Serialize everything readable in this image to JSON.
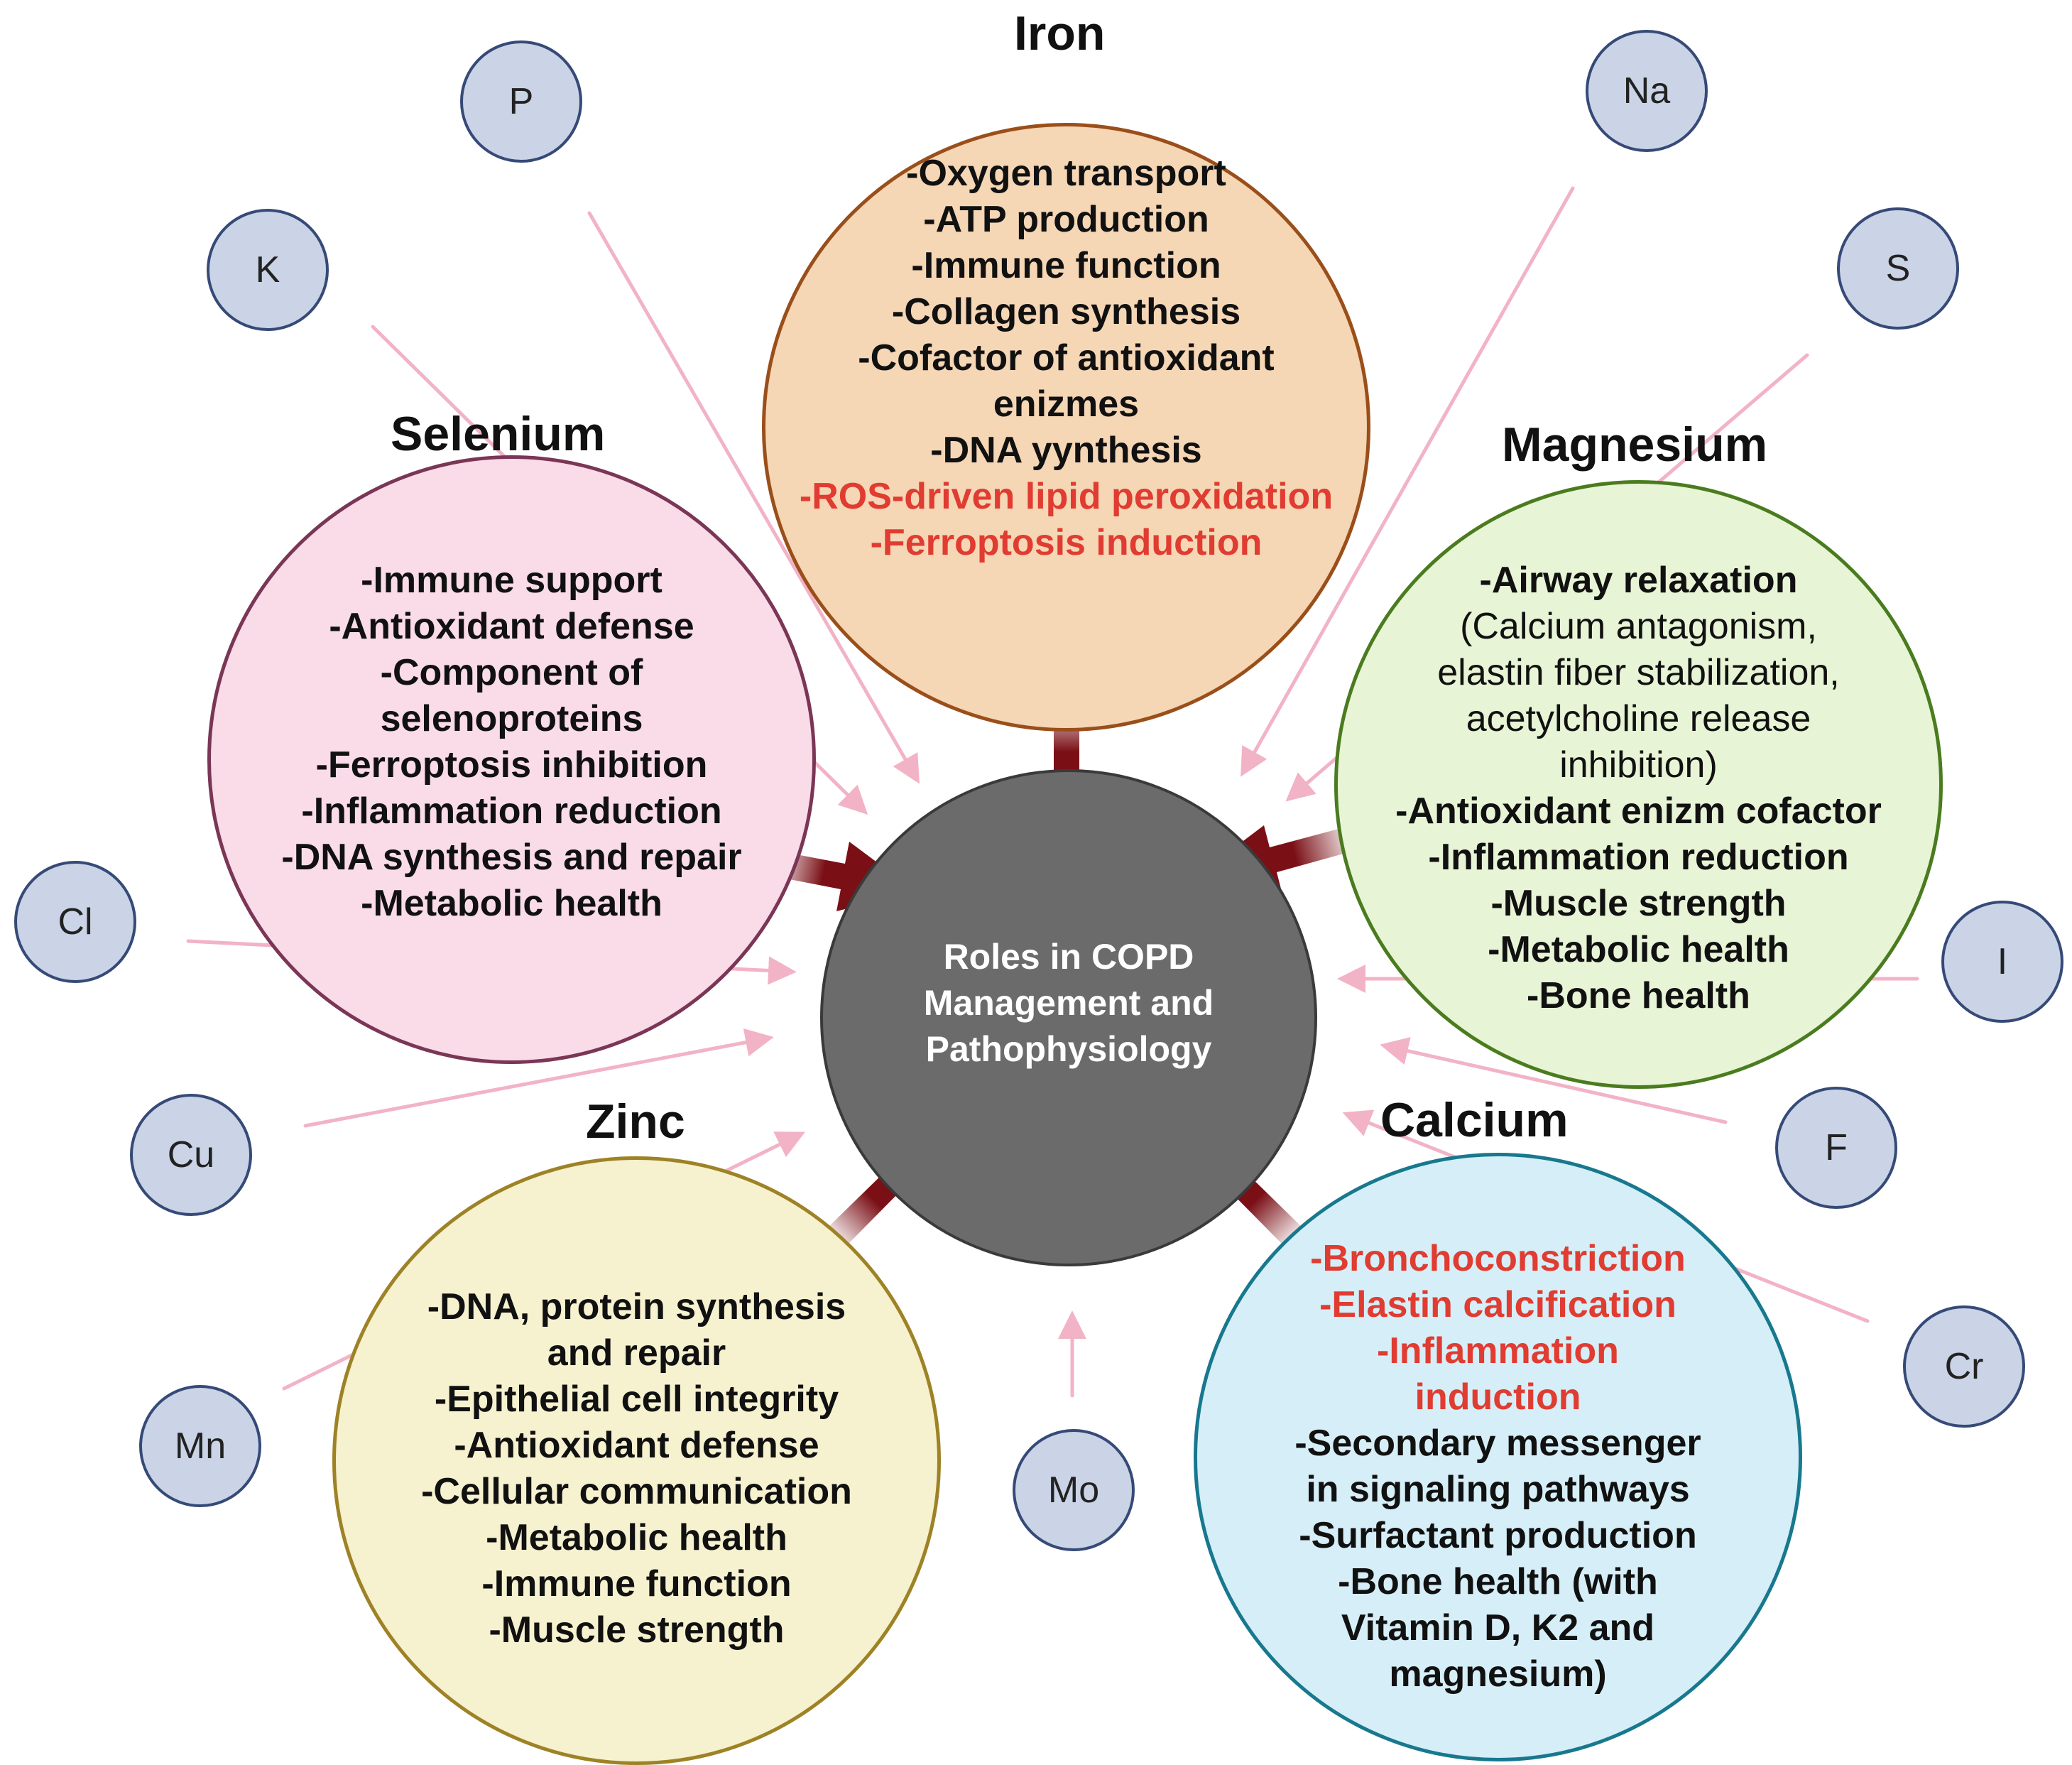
{
  "center": {
    "lines": [
      "Roles  in COPD",
      "Management and",
      "Pathophysiology"
    ]
  },
  "iron": {
    "title": "Iron",
    "items": [
      "-Oxygen transport",
      "-ATP production",
      "-Immune function",
      "-Collagen synthesis",
      "-Cofactor of antioxidant",
      "enizmes",
      "-DNA yynthesis"
    ],
    "negative_items": [
      "-ROS-driven lipid peroxidation",
      "-Ferroptosis induction"
    ]
  },
  "selenium": {
    "title": "Selenium",
    "items": [
      "-Immune support",
      "-Antioxidant defense",
      "-Component of",
      "selenoproteins",
      "-Ferroptosis inhibition",
      "-Inflammation reduction",
      "-DNA synthesis and repair",
      "-Metabolic health"
    ]
  },
  "magnesium": {
    "title": "Magnesium",
    "items_top": [
      "-Airway relaxation"
    ],
    "detail": [
      "(Calcium antagonism,",
      "elastin fiber stabilization,",
      "acetylcholine release",
      "inhibition)"
    ],
    "items": [
      "-Antioxidant enizm cofactor",
      "-Inflammation reduction",
      "-Muscle strength",
      "-Metabolic health",
      "-Bone health"
    ]
  },
  "zinc": {
    "title": "Zinc",
    "items": [
      "-DNA, protein synthesis",
      "and repair",
      "-Epithelial cell integrity",
      "-Antioxidant defense",
      "-Cellular communication",
      "-Metabolic health",
      "-Immune function",
      "-Muscle strength"
    ]
  },
  "calcium": {
    "title": "Calcium",
    "negative_items": [
      "-Bronchoconstriction",
      "-Elastin calcification",
      "-Inflammation",
      "induction"
    ],
    "items": [
      "-Secondary messenger",
      "in signaling pathways",
      "-Surfactant production",
      "-Bone health (with",
      "Vitamin D,  K2 and",
      "magnesium)"
    ]
  },
  "minor_elements": {
    "p": "P",
    "k": "K",
    "cl": "Cl",
    "cu": "Cu",
    "mn": "Mn",
    "mo": "Mo",
    "na": "Na",
    "s": "S",
    "i": "I",
    "f": "F",
    "cr": "Cr"
  },
  "colors": {
    "negative_text": "#e03c31",
    "major_arrow": "#7a1016",
    "minor_arrow": "#f2b3c6",
    "center_fill": "#6b6b6b",
    "small_circle_fill": "#cbd4e6"
  }
}
